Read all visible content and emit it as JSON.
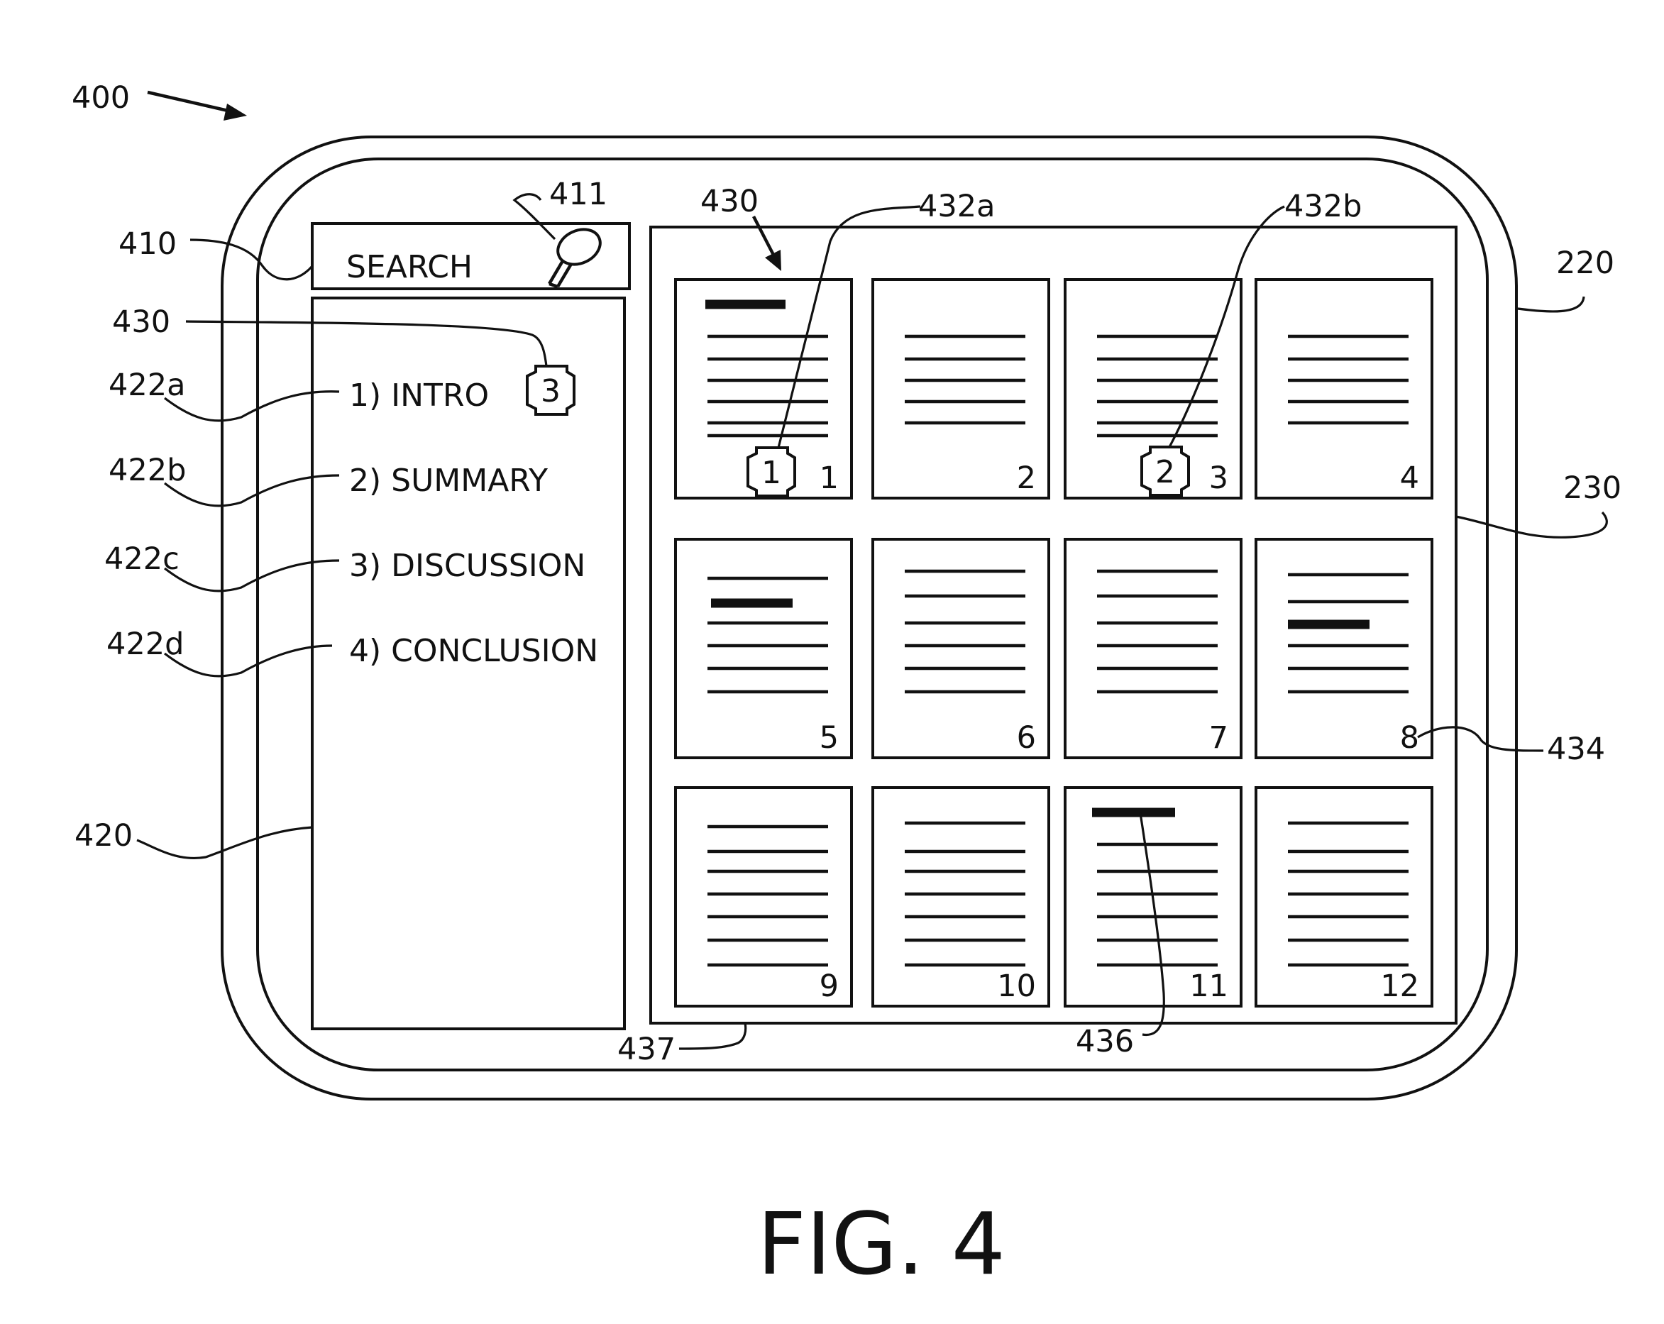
{
  "caption": "FIG. 4",
  "search": {
    "label": "SEARCH"
  },
  "toc": {
    "items": [
      "1) INTRO",
      "2) SUMMARY",
      "3) DISCUSSION",
      "4) CONCLUSION"
    ],
    "badge": "3"
  },
  "pages": {
    "numbers": [
      "1",
      "2",
      "3",
      "4",
      "5",
      "6",
      "7",
      "8",
      "9",
      "10",
      "11",
      "12"
    ],
    "badges": [
      "1",
      "2"
    ]
  },
  "refs": {
    "r400": "400",
    "r220": "220",
    "r230": "230",
    "r410": "410",
    "r411": "411",
    "r430_list": "430",
    "r430_grid": "430",
    "r432a": "432a",
    "r432b": "432b",
    "r422a": "422a",
    "r422b": "422b",
    "r422c": "422c",
    "r422d": "422d",
    "r420": "420",
    "r434": "434",
    "r436": "436",
    "r437": "437"
  }
}
